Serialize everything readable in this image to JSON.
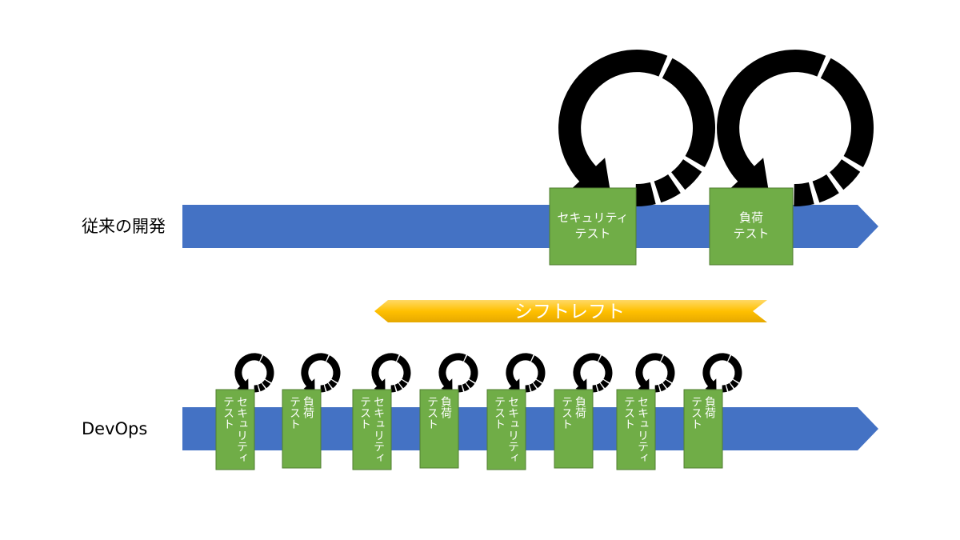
{
  "colors": {
    "timeline": "#4472c4",
    "box_fill": "#70ad47",
    "box_stroke": "#507e32",
    "banner_top": "#ffd966",
    "banner_mid": "#ffc000",
    "banner_bottom": "#e6a800",
    "cycle_icon": "#000000"
  },
  "traditional": {
    "label": "従来の開発",
    "security_box": {
      "line1": "セキュリティ",
      "line2": "テスト"
    },
    "load_box": {
      "line1": "負荷",
      "line2": "テスト"
    }
  },
  "shift_left": {
    "label": "シフトレフト",
    "direction": "left"
  },
  "devops": {
    "label": "DevOps",
    "boxes": [
      {
        "line1": "セキュリティ",
        "line2": "テスト"
      },
      {
        "line1": "負荷",
        "line2": "テスト"
      },
      {
        "line1": "セキュリティ",
        "line2": "テスト"
      },
      {
        "line1": "負荷",
        "line2": "テスト"
      },
      {
        "line1": "セキュリティ",
        "line2": "テスト"
      },
      {
        "line1": "負荷",
        "line2": "テスト"
      },
      {
        "line1": "セキュリティ",
        "line2": "テスト"
      },
      {
        "line1": "負荷",
        "line2": "テスト"
      }
    ]
  },
  "icons": {
    "cycle": "cycle-arrow-icon",
    "timeline": "arrow-right-icon",
    "shift": "arrow-left-icon"
  }
}
